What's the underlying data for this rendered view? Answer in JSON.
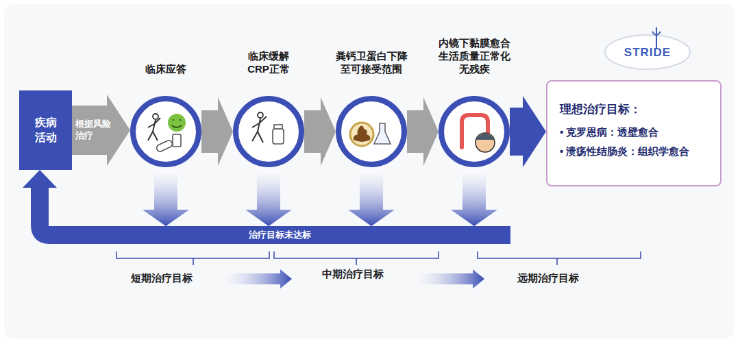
{
  "diagram": {
    "nodes": [
      {
        "text": [
          "疾病活动"
        ]
      },
      {
        "text": [
          "临床应答"
        ]
      },
      {
        "text": [
          "临床缓解 CRP正常"
        ]
      },
      {
        "text": [
          "粪钙卫蛋白下降 至可接受范围"
        ]
      },
      {
        "text": [
          "内镜下黏膜愈合 生活质量正常化 无残疾"
        ]
      },
      {
        "text": [
          "理想治疗目标：",
          "• 克罗恩病：透壁愈合",
          "• 溃疡性结肠炎：组织学愈合"
        ]
      },
      {
        "text": [
          "治疗目标未达标"
        ]
      }
    ],
    "edges": [
      {
        "from": 0,
        "to": 1,
        "label": "根据风险治疗",
        "arrow": "to"
      },
      {
        "from": 1,
        "to": 2,
        "arrow": "to"
      },
      {
        "from": 2,
        "to": 3,
        "arrow": "to"
      },
      {
        "from": 3,
        "to": 4,
        "arrow": "to"
      },
      {
        "from": 4,
        "to": 5,
        "arrow": "to"
      },
      {
        "from": 1,
        "to": 6,
        "arrow": "to"
      },
      {
        "from": 2,
        "to": 6,
        "arrow": "to"
      },
      {
        "from": 3,
        "to": 6,
        "arrow": "to"
      },
      {
        "from": 4,
        "to": 6,
        "arrow": "to"
      },
      {
        "from": 6,
        "to": 0,
        "arrow": "to"
      }
    ],
    "labels": [
      "短期治疗目标",
      "中期治疗目标",
      "远期治疗目标",
      "STRIDE"
    ]
  }
}
